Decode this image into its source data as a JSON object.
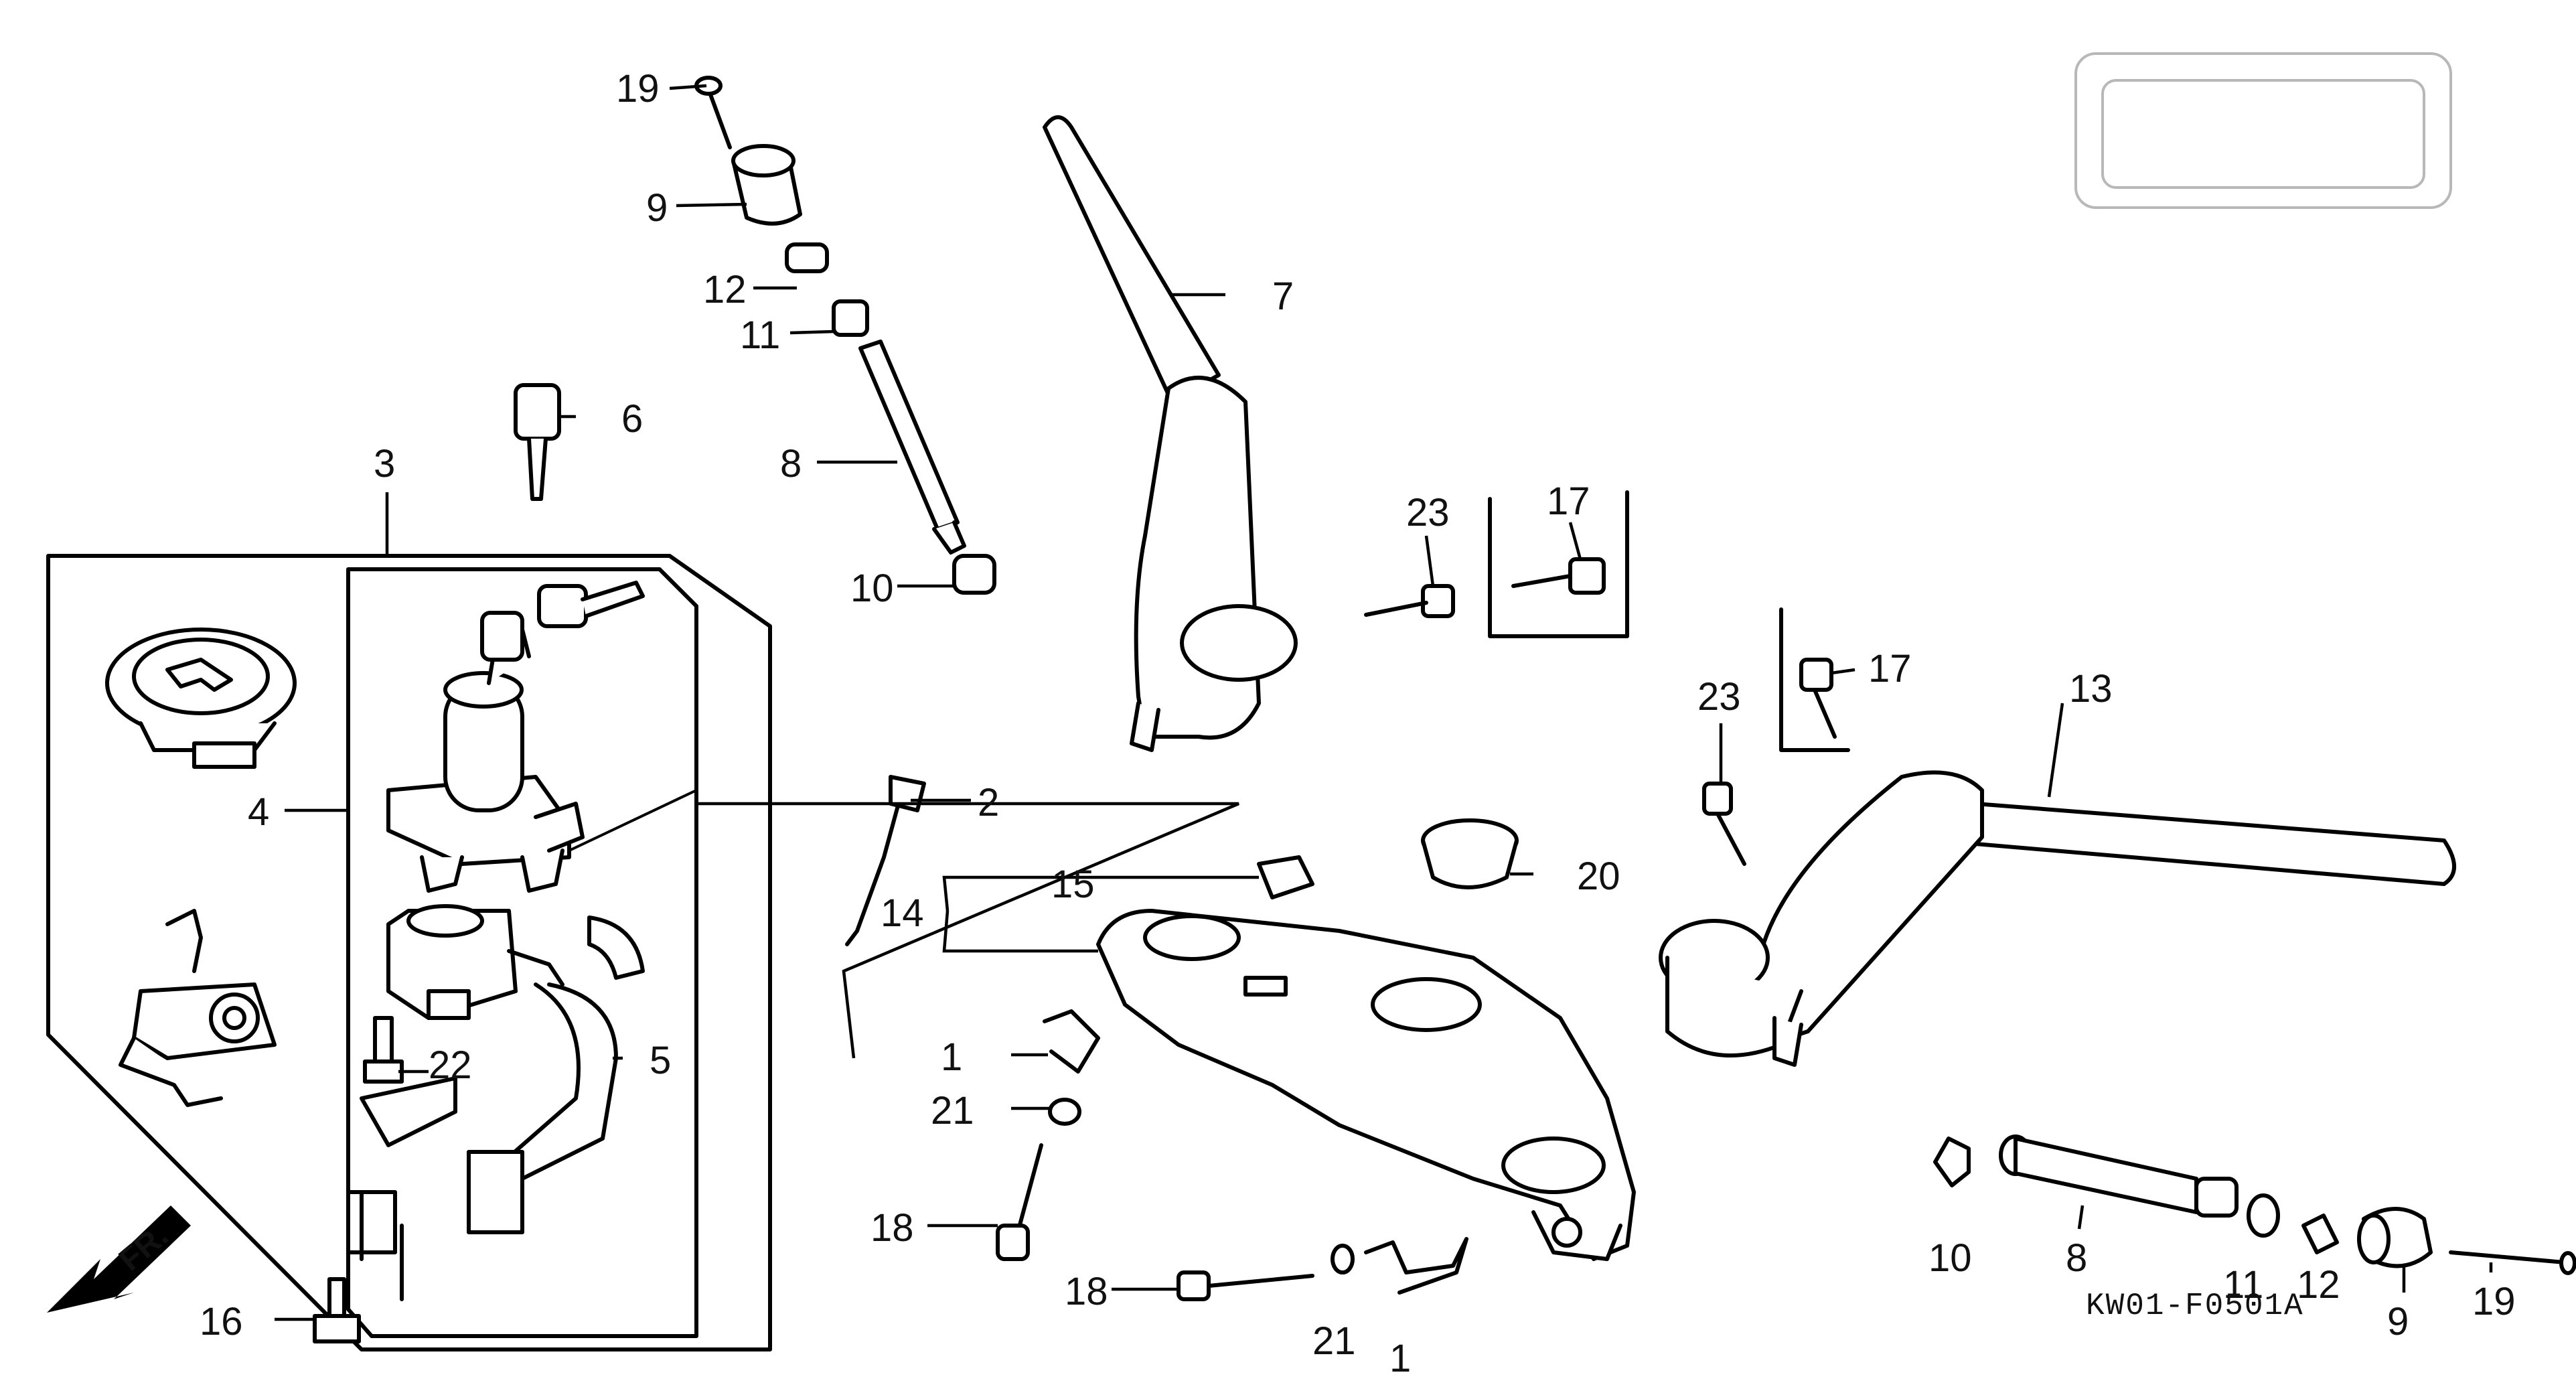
{
  "diagram": {
    "drawing_code": "KW01-F0501A",
    "front_marker": "FR.",
    "callouts": {
      "c19a": "19",
      "c9a": "9",
      "c12a": "12",
      "c11a": "11",
      "c8a": "8",
      "c10a": "10",
      "c6": "6",
      "c3": "3",
      "c4": "4",
      "c22": "22",
      "c5": "5",
      "c16": "16",
      "c7": "7",
      "c2": "2",
      "c15": "15",
      "c14": "14",
      "c1a": "1",
      "c21a": "21",
      "c18a": "18",
      "c18b": "18",
      "c21b": "21",
      "c1b": "1",
      "c23a": "23",
      "c17a": "17",
      "c20": "20",
      "c23b": "23",
      "c17b": "17",
      "c13": "13",
      "c10b": "10",
      "c8b": "8",
      "c11b": "11",
      "c12b": "12",
      "c9b": "9",
      "c19b": "19"
    }
  }
}
